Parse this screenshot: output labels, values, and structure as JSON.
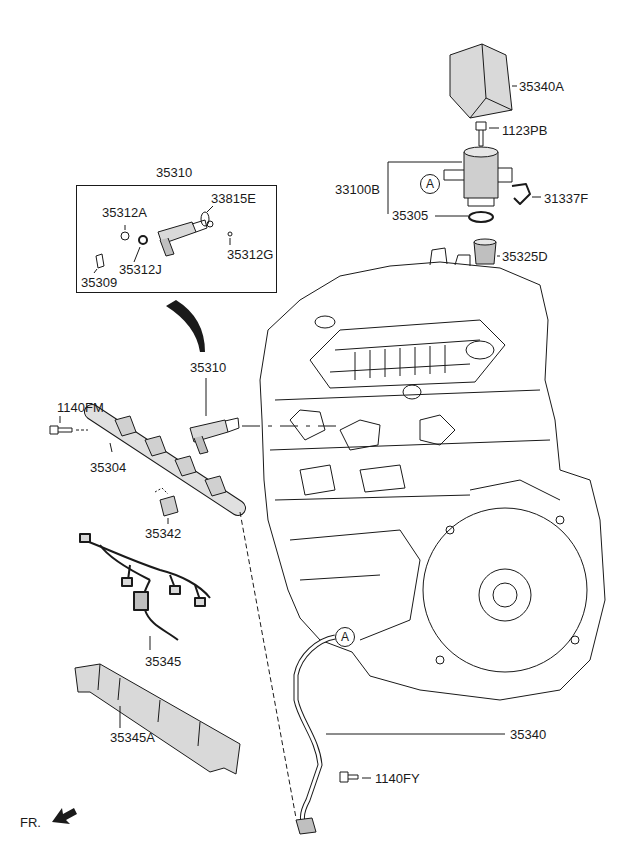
{
  "diagram": {
    "nodes": [
      {
        "text": [
          "35310",
          "35312A",
          "33815E",
          "35312J",
          "35312G",
          "35309"
        ]
      },
      {
        "text": [
          "A"
        ]
      },
      {
        "text": [
          "A"
        ]
      }
    ],
    "labels": [
      "35340A",
      "1123PB",
      "33100B",
      "31337F",
      "35305",
      "35325D",
      "1140FM",
      "35310",
      "35304",
      "35342",
      "35345",
      "35345A",
      "35340",
      "1140FY",
      "FR."
    ]
  }
}
